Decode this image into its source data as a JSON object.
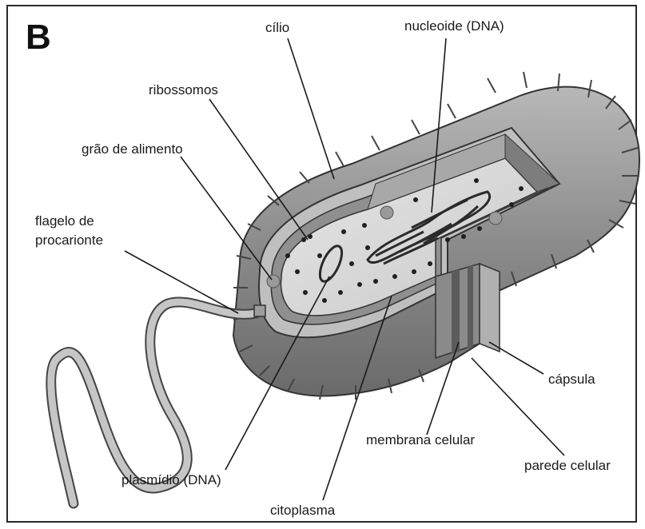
{
  "panel_letter": "B",
  "labels": {
    "cilio": "cílio",
    "nucleoide": "nucleoide (DNA)",
    "ribossomos": "ribossomos",
    "grao": "grão de alimento",
    "flagelo_line1": "flagelo de",
    "flagelo_line2": "procarionte",
    "capsula": "cápsula",
    "membrana": "membrana celular",
    "parede": "parede celular",
    "plasmidio": "plasmídio (DNA)",
    "citoplasma": "citoplasma"
  },
  "colors": {
    "capsule": "#9a9a9a",
    "capsule_dark": "#6f6f6f",
    "cytoplasm": "#d9d9d9",
    "ink": "#1a1a1a"
  }
}
